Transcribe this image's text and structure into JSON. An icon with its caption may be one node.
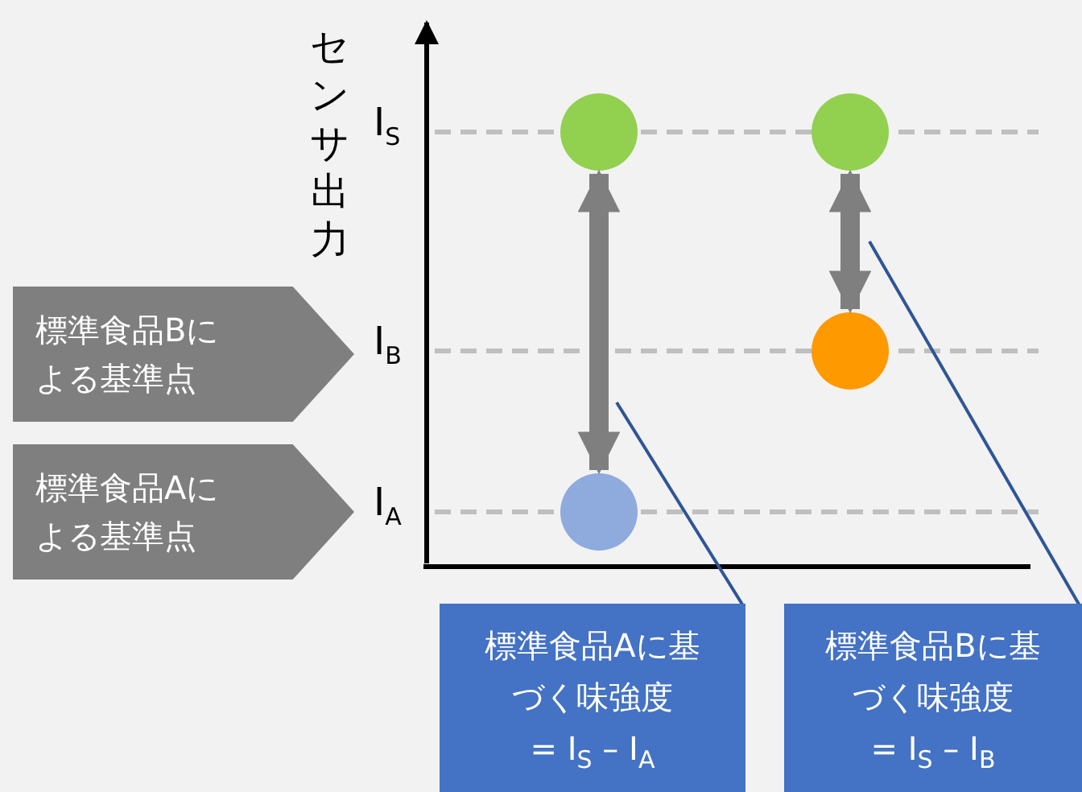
{
  "diagram": {
    "nodes": [
      {
        "text": [
          "標準食品Bによる基準点"
        ]
      },
      {
        "text": [
          "標準食品Aによる基準点"
        ]
      },
      {
        "text": [],
        "shape": "circle"
      },
      {
        "text": [],
        "shape": "circle"
      },
      {
        "text": [],
        "shape": "circle"
      },
      {
        "text": [],
        "shape": "circle"
      },
      {
        "text": [
          "標準食品Aに基づく味強度",
          "= I$_{S}$ – I$_{A}$"
        ]
      },
      {
        "text": [
          "標準食品Bに基づく味強度",
          "= I$_{S}$ – I$_{B}$"
        ]
      }
    ],
    "edges": [
      {
        "from": 2,
        "to": 3,
        "arrow": "both",
        "style": "thick"
      },
      {
        "from": 4,
        "to": 5,
        "arrow": "both",
        "style": "thick"
      },
      {
        "from": 6,
        "to": null,
        "arrow": "none",
        "color": "#2f5597"
      },
      {
        "from": 7,
        "to": null,
        "arrow": "none",
        "color": "#2f5597"
      }
    ],
    "labels": [
      "センサ出力",
      "I$_{S}$",
      "I$_{B}$",
      "I$_{A}$"
    ]
  }
}
